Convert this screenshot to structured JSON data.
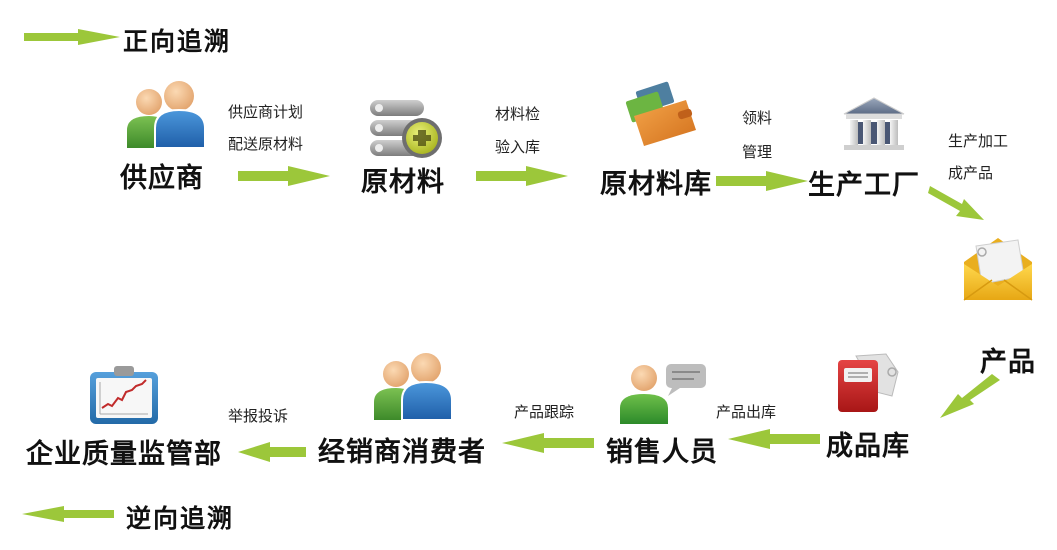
{
  "legend": {
    "forward": {
      "label": "正向追溯",
      "direction": "right"
    },
    "backward": {
      "label": "逆向追溯",
      "direction": "left"
    }
  },
  "colors": {
    "arrow": "#9cc73a",
    "arrow_dark": "#86b32a",
    "person_green": "#5aa33a",
    "person_blue": "#2f76c2",
    "skin": "#f0bd8c",
    "wallet_orange": "#e98c2c",
    "red_book": "#d42a2a",
    "envelope_yellow": "#f5c02c",
    "clipboard_blue": "#3a84c6"
  },
  "nodes": [
    {
      "id": "supplier",
      "label": "供应商",
      "icon": "people-icon"
    },
    {
      "id": "raw-material",
      "label": "原材料",
      "icon": "server-add-icon"
    },
    {
      "id": "raw-material-warehouse",
      "label": "原材料库",
      "icon": "wallet-icon"
    },
    {
      "id": "factory",
      "label": "生产工厂",
      "icon": "bank-building-icon"
    },
    {
      "id": "product",
      "label": "产品",
      "icon": "envelope-icon"
    },
    {
      "id": "finished-goods-warehouse",
      "label": "成品库",
      "icon": "red-book-icon"
    },
    {
      "id": "sales-staff",
      "label": "销售人员",
      "icon": "person-chat-icon"
    },
    {
      "id": "dealer-consumer",
      "label": "经销商消费者",
      "icon": "people-icon"
    },
    {
      "id": "quality-supervision",
      "label": "企业质量监管部",
      "icon": "clipboard-chart-icon"
    }
  ],
  "edges": [
    {
      "from": "supplier",
      "to": "raw-material",
      "lines": [
        "供应商计划",
        "配送原材料"
      ]
    },
    {
      "from": "raw-material",
      "to": "raw-material-warehouse",
      "lines": [
        "材料检",
        "验入库"
      ]
    },
    {
      "from": "raw-material-warehouse",
      "to": "factory",
      "lines": [
        "领料",
        "管理"
      ]
    },
    {
      "from": "factory",
      "to": "product",
      "lines": [
        "生产加工",
        "成产品"
      ]
    },
    {
      "from": "product",
      "to": "finished-goods-warehouse",
      "lines": []
    },
    {
      "from": "finished-goods-warehouse",
      "to": "sales-staff",
      "lines": [
        "产品出库"
      ]
    },
    {
      "from": "sales-staff",
      "to": "dealer-consumer",
      "lines": [
        "产品跟踪"
      ]
    },
    {
      "from": "dealer-consumer",
      "to": "quality-supervision",
      "lines": [
        "举报投诉"
      ]
    }
  ]
}
